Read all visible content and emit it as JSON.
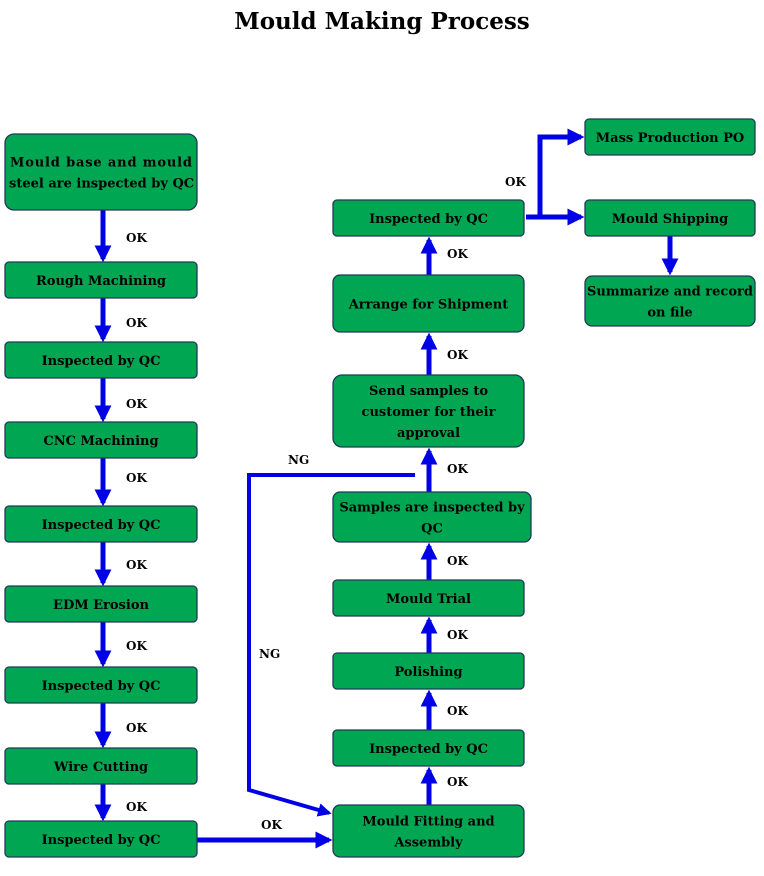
{
  "title": "Mould Making Process",
  "colors": {
    "box_fill": "#00a651",
    "box_border": "#1f3a5a",
    "arrow": "#0000e6",
    "text": "#000000"
  },
  "nodes": [
    {
      "id": "mould-base-inspection",
      "lines": [
        "Mould base and mould",
        "steel are inspected by QC"
      ]
    },
    {
      "id": "rough-machining",
      "lines": [
        "Rough Machining"
      ]
    },
    {
      "id": "inspected-by-qc-1",
      "lines": [
        "Inspected by QC"
      ]
    },
    {
      "id": "cnc-machining",
      "lines": [
        "CNC Machining"
      ]
    },
    {
      "id": "inspected-by-qc-2",
      "lines": [
        "Inspected by QC"
      ]
    },
    {
      "id": "edm-erosion",
      "lines": [
        "EDM Erosion"
      ]
    },
    {
      "id": "inspected-by-qc-3",
      "lines": [
        "Inspected by QC"
      ]
    },
    {
      "id": "wire-cutting",
      "lines": [
        "Wire Cutting"
      ]
    },
    {
      "id": "inspected-by-qc-4",
      "lines": [
        "Inspected by QC"
      ]
    },
    {
      "id": "mould-fitting-assembly",
      "lines": [
        "Mould Fitting and",
        "Assembly"
      ]
    },
    {
      "id": "inspected-by-qc-5",
      "lines": [
        "Inspected by QC"
      ]
    },
    {
      "id": "polishing",
      "lines": [
        "Polishing"
      ]
    },
    {
      "id": "mould-trial",
      "lines": [
        "Mould Trial"
      ]
    },
    {
      "id": "samples-inspected",
      "lines": [
        "Samples are inspected by",
        "QC"
      ]
    },
    {
      "id": "send-samples",
      "lines": [
        "Send samples to",
        "customer for their",
        "approval"
      ]
    },
    {
      "id": "arrange-shipment",
      "lines": [
        "Arrange for Shipment"
      ]
    },
    {
      "id": "inspected-by-qc-6",
      "lines": [
        "Inspected by QC"
      ]
    },
    {
      "id": "mass-production-po",
      "lines": [
        "Mass Production PO"
      ]
    },
    {
      "id": "mould-shipping",
      "lines": [
        "Mould Shipping"
      ]
    },
    {
      "id": "summarize-record",
      "lines": [
        "Summarize and record",
        "on file"
      ]
    }
  ],
  "edge_labels": {
    "ok": "OK",
    "ng": "NG"
  }
}
